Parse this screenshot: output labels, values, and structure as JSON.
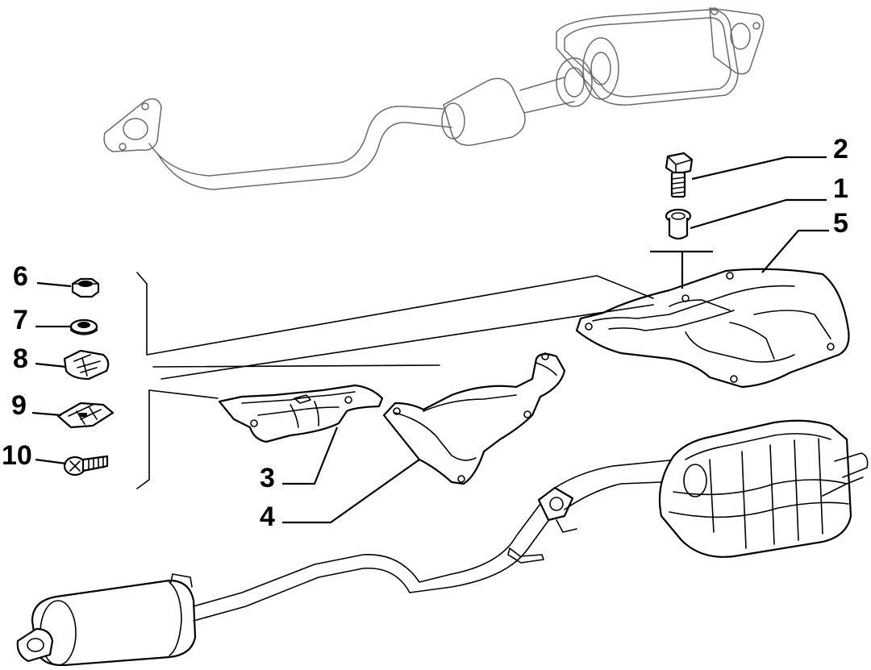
{
  "callouts": [
    {
      "id": "c1",
      "label": "1"
    },
    {
      "id": "c2",
      "label": "2"
    },
    {
      "id": "c3",
      "label": "3"
    },
    {
      "id": "c4",
      "label": "4"
    },
    {
      "id": "c5",
      "label": "5"
    },
    {
      "id": "c6",
      "label": "6"
    },
    {
      "id": "c7",
      "label": "7"
    },
    {
      "id": "c8",
      "label": "8"
    },
    {
      "id": "c9",
      "label": "9"
    },
    {
      "id": "c10",
      "label": "10"
    }
  ],
  "colors": {
    "line": "#000000",
    "ghost_line": "#6a6a6a",
    "background": "#ffffff"
  }
}
